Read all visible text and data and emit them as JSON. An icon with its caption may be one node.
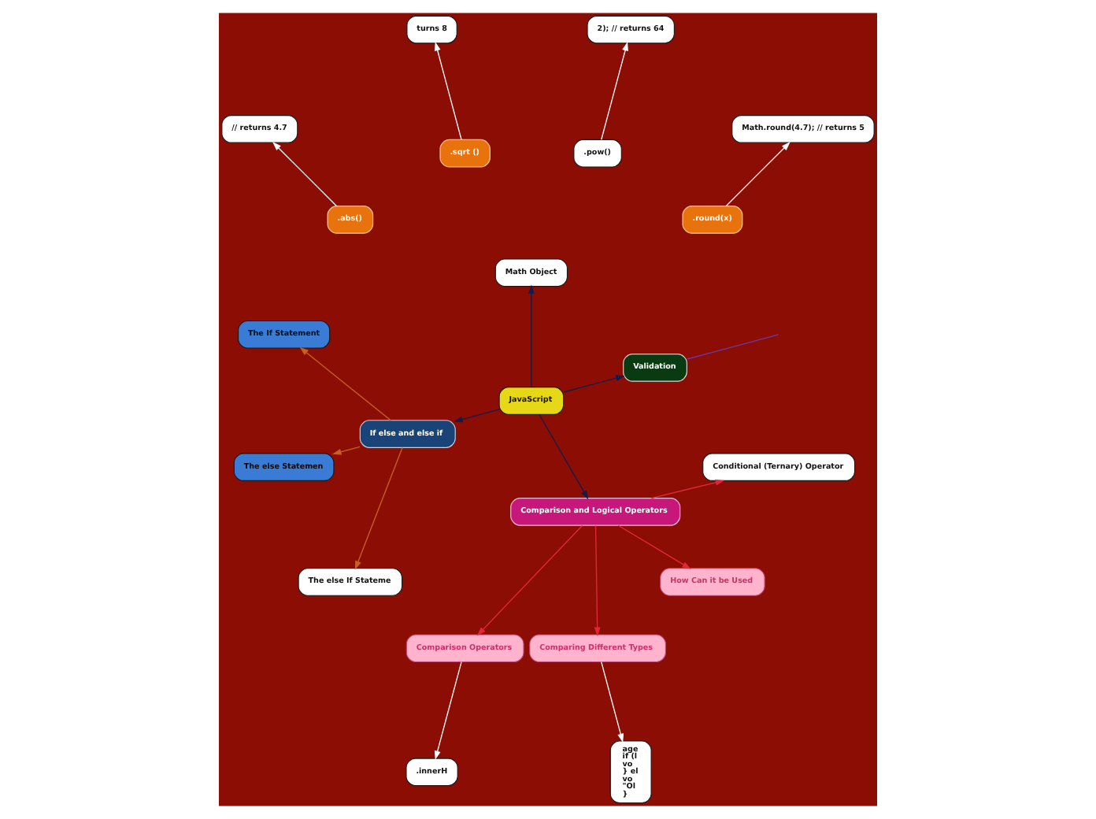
{
  "diagram": {
    "nodes": [
      {
        "text": [
          "Validation"
        ]
      },
      {
        "text": [
          "The If Statement"
        ]
      },
      {
        "text": [
          "Math.round(4.7); // returns 5"
        ]
      },
      {
        "text": [
          "2); // returns 64"
        ]
      },
      {
        "text": [
          ".round(x)"
        ]
      },
      {
        "text": [
          "The else Statemen"
        ]
      },
      {
        "text": [
          ".pow()"
        ]
      },
      {
        "text": [
          "turns 8"
        ]
      },
      {
        "text": [
          "Math Object"
        ]
      },
      {
        "text": [
          "JavaScript"
        ]
      },
      {
        "text": [
          "If else and else if"
        ]
      },
      {
        "text": [
          ".sqrt ()"
        ]
      },
      {
        "text": [
          "The else If Stateme"
        ]
      },
      {
        "text": [
          ".abs()"
        ]
      },
      {
        "text": [
          "// returns 4.7"
        ]
      },
      {
        "text": [
          "Comparison and Logical Operators"
        ]
      },
      {
        "text": [
          ".innerH"
        ]
      },
      {
        "text": [
          "Comparison Operators"
        ]
      },
      {
        "text": [
          "Comparing Different Types"
        ]
      },
      {
        "text": [
          "age",
          "if (l",
          "vo",
          "} el",
          "vo",
          "\"Ol",
          "}"
        ]
      },
      {
        "text": [
          "How Can it be Used"
        ]
      },
      {
        "text": [
          "Conditional (Ternary) Operator"
        ]
      }
    ],
    "edges": [
      {
        "from": 9,
        "to": 0,
        "arrow": "to",
        "color": "#141c4a"
      },
      {
        "from": 9,
        "to": 8,
        "arrow": "to",
        "color": "#141c4a"
      },
      {
        "from": 9,
        "to": 10,
        "arrow": "to",
        "color": "#141c4a"
      },
      {
        "from": 9,
        "to": 15,
        "arrow": "to",
        "color": "#141c4a"
      },
      {
        "from": 4,
        "to": 2,
        "arrow": "to",
        "color": "#ffffff"
      },
      {
        "from": 6,
        "to": 3,
        "arrow": "to",
        "color": "#ffffff"
      },
      {
        "from": 11,
        "to": 7,
        "arrow": "to",
        "color": "#ffffff"
      },
      {
        "from": 13,
        "to": 14,
        "arrow": "to",
        "color": "#ffffff"
      },
      {
        "from": 10,
        "to": 1,
        "arrow": "to",
        "color": "#c8621e"
      },
      {
        "from": 10,
        "to": 5,
        "arrow": "to",
        "color": "#c8621e"
      },
      {
        "from": 10,
        "to": 12,
        "arrow": "to",
        "color": "#c8621e"
      },
      {
        "from": 15,
        "to": 17,
        "arrow": "to",
        "color": "#e0283a"
      },
      {
        "from": 15,
        "to": 20,
        "arrow": "to",
        "color": "#e0283a"
      },
      {
        "from": 15,
        "to": 21,
        "arrow": "to",
        "color": "#e0283a"
      },
      {
        "from": 15,
        "to": 18,
        "arrow": "to",
        "color": "#e0283a"
      },
      {
        "from": 17,
        "to": 16,
        "arrow": "to",
        "color": "#ffffff"
      },
      {
        "from": 18,
        "to": 19,
        "arrow": "to",
        "color": "#ffffff"
      },
      {
        "from": 0,
        "to": null,
        "arrow": "none",
        "color": "#6a3aa8"
      }
    ]
  }
}
